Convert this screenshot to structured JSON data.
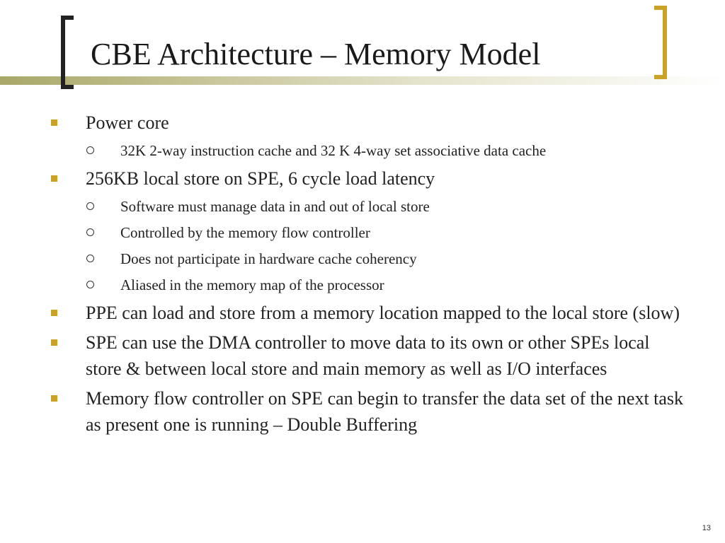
{
  "slide": {
    "title": "CBE Architecture – Memory Model",
    "page_number": "13",
    "colors": {
      "accent": "#c9a227",
      "text": "#222222",
      "band": "#a8a868"
    },
    "bullets": [
      {
        "text": "Power core",
        "sub": [
          "32K 2-way instruction cache and 32 K 4-way set associative data cache"
        ]
      },
      {
        "text": "256KB local store on SPE, 6 cycle load latency",
        "sub": [
          "Software must manage data in and out of local store",
          "Controlled by the memory flow controller",
          "Does not participate in hardware cache coherency",
          "Aliased in the memory map of the processor"
        ]
      },
      {
        "text": "PPE can load and store from a memory location mapped to the local store (slow)",
        "sub": []
      },
      {
        "text": "SPE can use the DMA controller to move data to its own or other SPEs local store & between local store and main memory as well as I/O interfaces",
        "sub": []
      },
      {
        "text": "Memory flow controller on SPE can begin to transfer the data set of the next task as present one is running – Double Buffering",
        "sub": []
      }
    ]
  }
}
